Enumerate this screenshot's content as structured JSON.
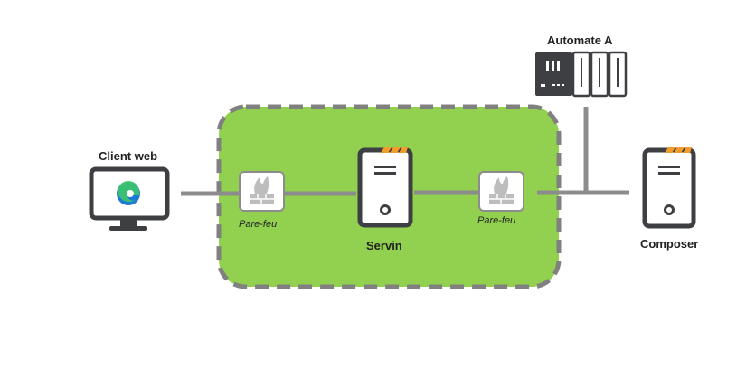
{
  "nodes": {
    "client": {
      "label": "Client web",
      "icon": "monitor-with-edge-browser-icon"
    },
    "firewall_left": {
      "label": "Pare-feu",
      "icon": "firewall-icon"
    },
    "server": {
      "label": "Servin",
      "icon": "server-tower-icon"
    },
    "firewall_right": {
      "label": "Pare-feu",
      "icon": "firewall-icon"
    },
    "automate": {
      "label": "Automate A",
      "icon": "plc-rack-icon"
    },
    "composer": {
      "label": "Composer",
      "icon": "server-tower-icon"
    }
  },
  "zone": {
    "fill": "#92d050",
    "border": "#808080"
  },
  "colors": {
    "line": "#8c8c8c",
    "device": "#3d3f42",
    "accent": "#f39c2b",
    "edge_blue": "#1f7ad3",
    "edge_green": "#3cc66a"
  }
}
